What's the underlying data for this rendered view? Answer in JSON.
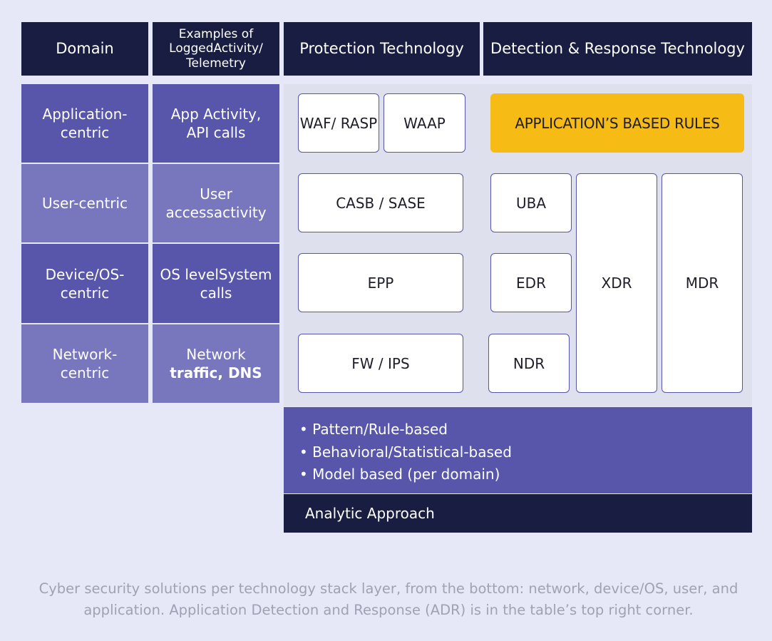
{
  "headers": {
    "domain": "Domain",
    "examples": "Examples of LoggedActivity/ Telemetry",
    "protection": "Protection Technology",
    "detection": "Detection & Response Technology"
  },
  "rows": [
    {
      "domain": "Application-centric",
      "examples": "App Activity, API calls"
    },
    {
      "domain": "User-centric",
      "examples": "User accessactivity"
    },
    {
      "domain": "Device/OS-centric",
      "examples_line1": "OS levelSystem",
      "examples_line2": "calls"
    },
    {
      "domain": "Network-centric",
      "examples_normal": "Network",
      "examples_bold": "traffic, DNS"
    }
  ],
  "protection": {
    "waf": "WAF/ RASP",
    "waap": "WAAP",
    "casb": "CASB / SASE",
    "epp": "EPP",
    "fw": "FW / IPS"
  },
  "detection": {
    "app_rules": "APPLICATION’S BASED RULES",
    "uba": "UBA",
    "edr": "EDR",
    "ndr": "NDR",
    "xdr": "XDR",
    "mdr": "MDR"
  },
  "analytic": {
    "methods": [
      "Pattern/Rule-based",
      "Behavioral/Statistical-based",
      "Model based (per domain)"
    ],
    "label": "Analytic Approach"
  },
  "caption": "Cyber security solutions per technology stack layer, from the bottom: network, device/OS, user, and application. Application Detection and Response (ADR) is in the table’s top right corner.",
  "colors": {
    "navy": "#191d42",
    "purple_dark": "#5856aa",
    "purple_light": "#7876bd",
    "yellow": "#f7bb16",
    "background": "#e6e8f8"
  }
}
